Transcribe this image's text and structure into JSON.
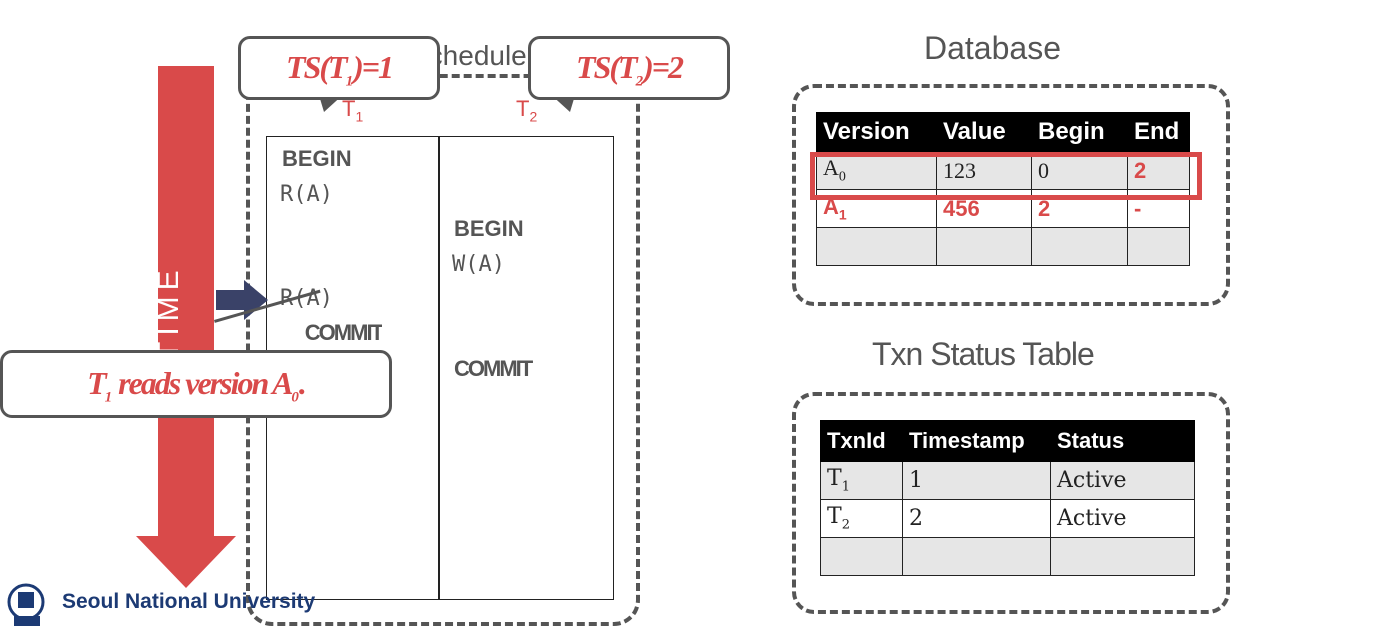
{
  "time_arrow": {
    "label": "TIME",
    "color": "#d94a4a"
  },
  "schedule": {
    "title": "Schedule",
    "columns": [
      {
        "txn": "T",
        "sub": "1"
      },
      {
        "txn": "T",
        "sub": "2"
      }
    ],
    "t1_ops": [
      "BEGIN",
      "R(A)",
      "R(A)",
      "COMMIT"
    ],
    "t2_ops": [
      "BEGIN",
      "W(A)",
      "COMMIT"
    ]
  },
  "callouts": {
    "ts_t1": {
      "prefix": "TS(T",
      "sub": "1",
      "suffix": ")=1"
    },
    "ts_t2": {
      "prefix": "TS(T",
      "sub": "2",
      "suffix": ")=2"
    },
    "reads": {
      "prefix": "T",
      "sub": "1",
      "middle": " reads version A",
      "sub2": "0",
      "suffix": "."
    }
  },
  "database": {
    "title": "Database",
    "headers": [
      "Version",
      "Value",
      "Begin",
      "End"
    ],
    "rows": [
      {
        "version": "A",
        "version_sub": "0",
        "value": "123",
        "begin": "0",
        "end": "2"
      },
      {
        "version": "A",
        "version_sub": "1",
        "value": "456",
        "begin": "2",
        "end": "-"
      },
      {
        "version": "",
        "version_sub": "",
        "value": "",
        "begin": "",
        "end": ""
      }
    ]
  },
  "txn_status": {
    "title": "Txn Status Table",
    "headers": [
      "TxnId",
      "Timestamp",
      "Status"
    ],
    "rows": [
      {
        "txn": "T",
        "txn_sub": "1",
        "timestamp": "1",
        "status": "Active"
      },
      {
        "txn": "T",
        "txn_sub": "2",
        "timestamp": "2",
        "status": "Active"
      },
      {
        "txn": "",
        "txn_sub": "",
        "timestamp": "",
        "status": ""
      }
    ]
  },
  "footer": {
    "university": "Seoul National University"
  },
  "colors": {
    "accent_red": "#d94a4a",
    "pointer_navy": "#3a4268",
    "brand_blue": "#1c3a74"
  }
}
